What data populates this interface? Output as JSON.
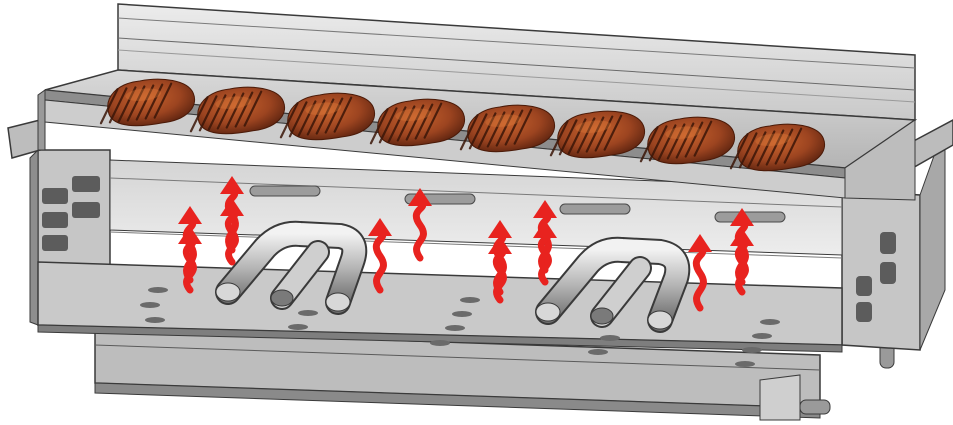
{
  "figure": {
    "subject": "grill-heat-diagram",
    "colors": {
      "background": "#ffffff",
      "metal_light": "#dcdcdc",
      "metal_mid": "#b9b9b9",
      "metal_dark": "#8c8c8c",
      "outline": "#3a3a3a",
      "heat_arrow": "#e8231f",
      "steak_base": "#8a3a1c",
      "steak_crust": "#b9542a",
      "grill_marks": "#3b1608"
    },
    "steak_count": 8,
    "burner_count": 2,
    "heat_arrow_count": 13,
    "icons": [
      "steak-icon",
      "heat-arrow-icon",
      "burner-tube-icon"
    ]
  }
}
